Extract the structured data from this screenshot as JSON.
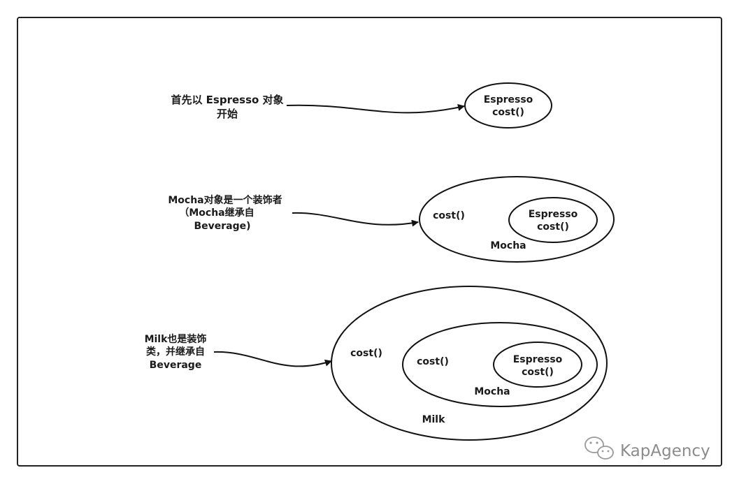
{
  "annotations": {
    "espresso_start": {
      "line1": "首先以 Espresso 对象",
      "line2": "开始"
    },
    "mocha_decorator": {
      "line1": "Mocha对象是一个装饰者",
      "line2": "（Mocha继承自",
      "line3": "Beverage)"
    },
    "milk_decorator": {
      "line1": "Milk也是装饰",
      "line2": "类，并继承自",
      "line3": "Beverage"
    }
  },
  "nodes": {
    "espresso": {
      "name": "Espresso",
      "method": "cost()"
    },
    "mocha": {
      "name": "Mocha",
      "method": "cost()"
    },
    "milk": {
      "name": "Milk",
      "method": "cost()"
    }
  },
  "watermark": {
    "text": "KapAgency",
    "icon": "wechat-icon"
  }
}
